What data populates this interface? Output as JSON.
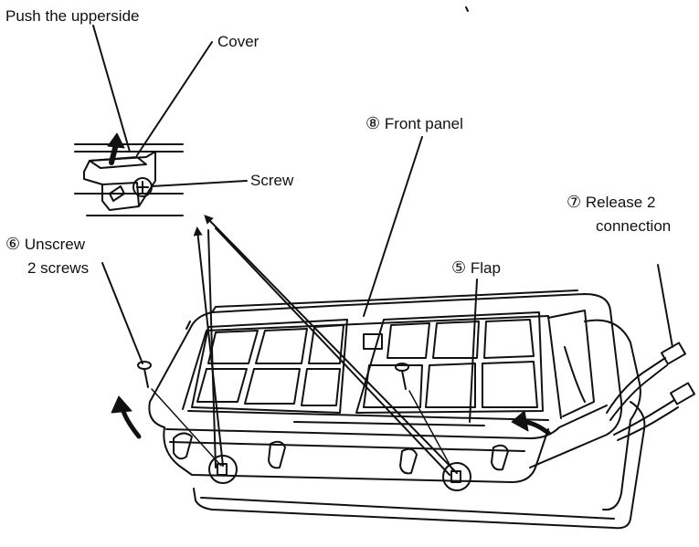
{
  "diagram": {
    "labels": {
      "push_upperside": "Push the upperside",
      "cover": "Cover",
      "screw": "Screw",
      "front_panel_num": "⑧",
      "front_panel": "Front panel",
      "release_num": "⑦",
      "release_line1": "Release 2",
      "release_line2": "connection",
      "unscrew_num": "⑥",
      "unscrew_line1": "Unscrew",
      "unscrew_line2": "2 screws",
      "flap_num": "⑤",
      "flap": "Flap"
    }
  }
}
